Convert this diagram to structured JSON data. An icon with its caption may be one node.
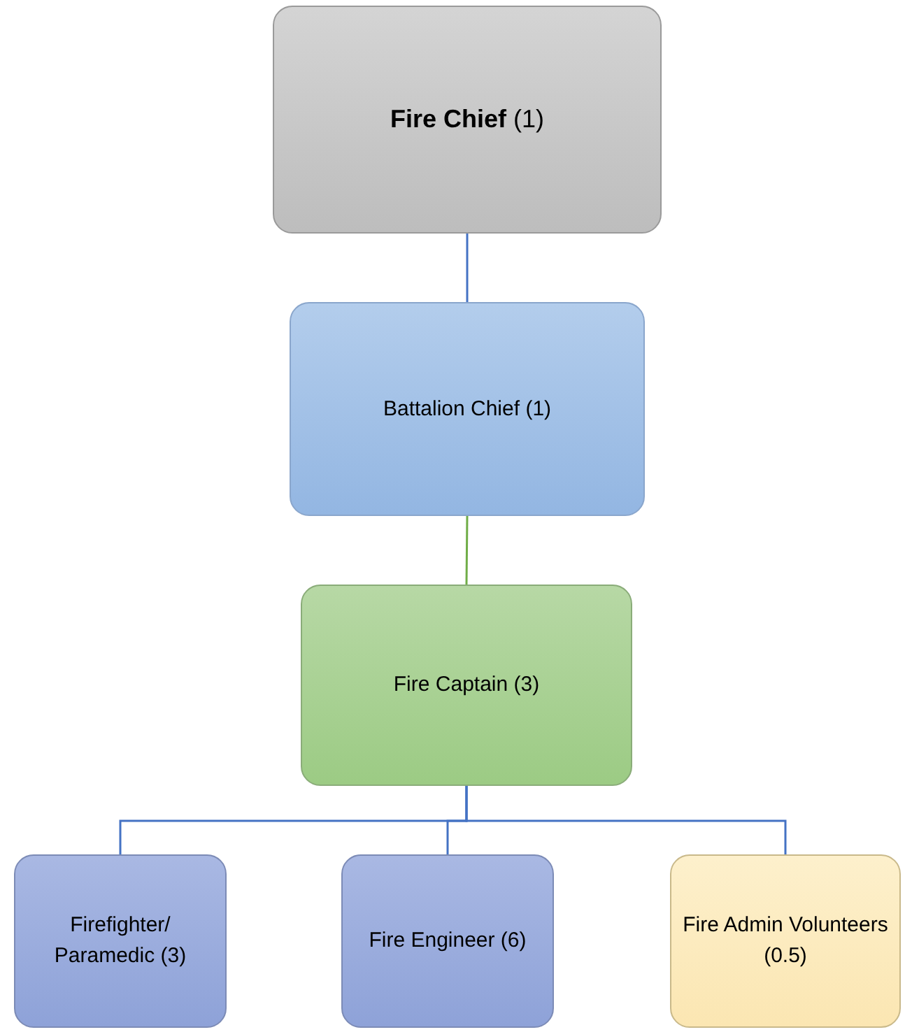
{
  "diagram": {
    "nodes": [
      {
        "text": [
          "**Fire Chief** (1)"
        ]
      },
      {
        "text": [
          "Battalion Chief (1)"
        ]
      },
      {
        "text": [
          "Fire Captain (3)"
        ]
      },
      {
        "text": [
          "Firefighter/ Paramedic (3)"
        ]
      },
      {
        "text": [
          "Fire Engineer (6)"
        ]
      },
      {
        "text": [
          "Fire Admin Volunteers (0.5)"
        ]
      }
    ],
    "edges": [
      {
        "from": 0,
        "to": 1,
        "arrow": "none"
      },
      {
        "from": 1,
        "to": 2,
        "arrow": "none",
        "color": "#70ad47"
      },
      {
        "from": 2,
        "to": 3,
        "arrow": "none"
      },
      {
        "from": 2,
        "to": 4,
        "arrow": "none"
      },
      {
        "from": 2,
        "to": 5,
        "arrow": "none"
      }
    ]
  }
}
